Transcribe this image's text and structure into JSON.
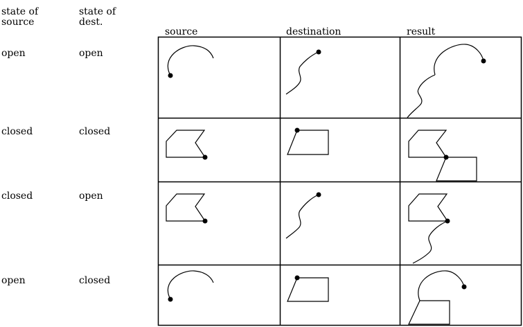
{
  "headers": {
    "source_state_line1": "state of",
    "source_state_line2": "source",
    "dest_state_line1": "state of",
    "dest_state_line2": "dest.",
    "source": "source",
    "destination": "destination",
    "result": "result"
  },
  "rows": [
    {
      "source_state": "open",
      "dest_state": "open"
    },
    {
      "source_state": "closed",
      "dest_state": "closed"
    },
    {
      "source_state": "closed",
      "dest_state": "open"
    },
    {
      "source_state": "open",
      "dest_state": "closed"
    }
  ]
}
